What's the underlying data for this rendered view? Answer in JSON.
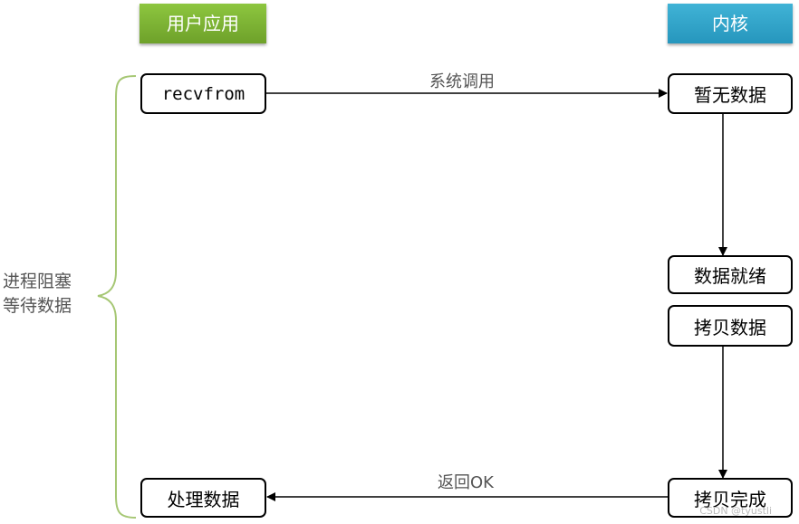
{
  "headers": {
    "user_space": "用户应用",
    "kernel": "内核"
  },
  "colors": {
    "user_header": "#7ab03a",
    "kernel_header": "#33a5cb",
    "brace": "#a6c774"
  },
  "nodes": {
    "recvfrom": "recvfrom",
    "no_data": "暂无数据",
    "data_ready": "数据就绪",
    "copy_data": "拷贝数据",
    "copy_done": "拷贝完成",
    "process_data": "处理数据"
  },
  "edges": {
    "system_call": "系统调用",
    "return_ok": "返回OK"
  },
  "side_label": {
    "line1": "进程阻塞",
    "line2": "等待数据"
  },
  "watermark": "CSDN @tyustli"
}
